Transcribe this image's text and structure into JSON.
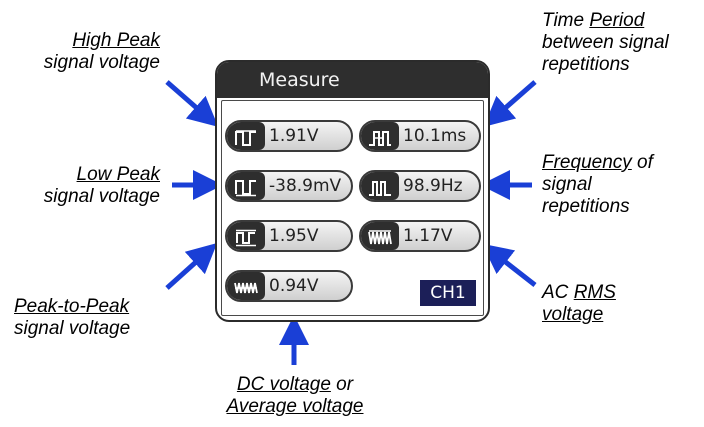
{
  "panel": {
    "title": "Measure",
    "channel": "CH1",
    "readings": {
      "high_peak": "1.91V",
      "time_period": "10.1ms",
      "low_peak": "-38.9mV",
      "frequency": "98.9Hz",
      "peak_to_peak": "1.95V",
      "ac_rms": "1.17V",
      "dc_average": "0.94V"
    }
  },
  "annotations": {
    "high_peak": {
      "line1_u": "High Peak",
      "line2": "signal voltage"
    },
    "time_period": {
      "line1": "Time ",
      "line1_u": "Period",
      "line2": "between signal",
      "line3": "repetitions"
    },
    "low_peak": {
      "line1_u": "Low Peak",
      "line2": "signal voltage"
    },
    "frequency": {
      "line1_u": "Frequency",
      "line1_rest": " of",
      "line2": "signal",
      "line3": "repetitions"
    },
    "peak_to_peak": {
      "line1_u": "Peak-to-Peak",
      "line2": "signal voltage"
    },
    "ac_rms": {
      "line1": "AC ",
      "line1_u": "RMS",
      "line2_u": "voltage"
    },
    "dc": {
      "line1_u": "DC voltage",
      "line1_rest": " or",
      "line2_u": "Average voltage"
    }
  },
  "colors": {
    "arrow": "#1a3fd6",
    "badge": "#1c1f58",
    "panel_dark": "#2e2e2e"
  },
  "icons": [
    "square-wave-high-icon",
    "pulse-period-icon",
    "square-wave-low-icon",
    "pulse-frequency-icon",
    "square-wave-peak-to-peak-icon",
    "sine-rms-icon",
    "dc-average-wave-icon"
  ]
}
